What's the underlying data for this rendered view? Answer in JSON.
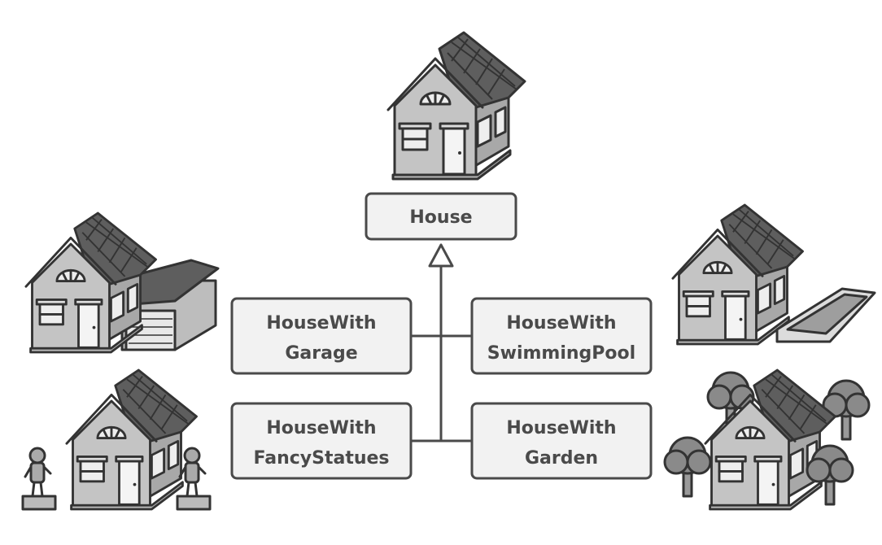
{
  "diagram": {
    "base_class": "House",
    "subclasses": [
      {
        "line1": "HouseWith",
        "line2": "Garage"
      },
      {
        "line1": "HouseWith",
        "line2": "SwimmingPool"
      },
      {
        "line1": "HouseWith",
        "line2": "FancyStatues"
      },
      {
        "line1": "HouseWith",
        "line2": "Garden"
      }
    ]
  },
  "colors": {
    "ink": "#333333",
    "box_fill": "#f2f2f2",
    "roof": "#5e5e5e",
    "wall": "#c4c4c4",
    "tree": "#8a8a8a"
  }
}
